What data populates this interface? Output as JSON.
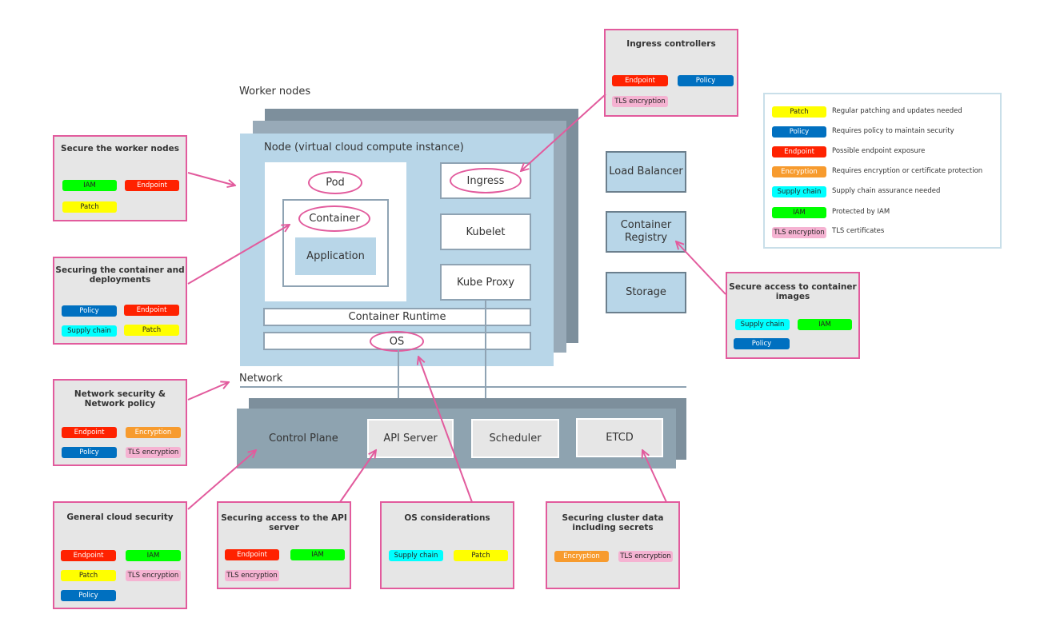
{
  "colors": {
    "Patch": "#ffff00",
    "Policy": "#0070c0",
    "Endpoint": "#ff2200",
    "Encryption": "#f79b2e",
    "Supply chain": "#00ffff",
    "IAM": "#00ff00",
    "TLS encryption": "#f5b3d2",
    "callout": "#e25b9d"
  },
  "diagram": {
    "worker_nodes_label": "Worker nodes",
    "node_title": "Node (virtual cloud compute instance)",
    "pod": "Pod",
    "container": "Container",
    "application": "Application",
    "ingress": "Ingress",
    "kubelet": "Kubelet",
    "kube_proxy": "Kube Proxy",
    "container_runtime": "Container Runtime",
    "os": "OS",
    "network": "Network",
    "control_plane": "Control Plane",
    "api_server": "API Server",
    "scheduler": "Scheduler",
    "etcd": "ETCD",
    "load_balancer": "Load Balancer",
    "container_registry": "Container Registry",
    "storage": "Storage"
  },
  "legend": [
    {
      "tag": "Patch",
      "desc": "Regular patching and updates needed"
    },
    {
      "tag": "Policy",
      "desc": "Requires policy to maintain security"
    },
    {
      "tag": "Endpoint",
      "desc": "Possible endpoint exposure"
    },
    {
      "tag": "Encryption",
      "desc": "Requires encryption or certificate protection"
    },
    {
      "tag": "Supply chain",
      "desc": "Supply chain assurance needed"
    },
    {
      "tag": "IAM",
      "desc": "Protected by IAM"
    },
    {
      "tag": "TLS encryption",
      "desc": "TLS certificates"
    }
  ],
  "cards": {
    "ingress": {
      "title": "Ingress controllers",
      "tags": [
        "Endpoint",
        "Policy",
        "TLS encryption"
      ]
    },
    "worker": {
      "title": "Secure the worker nodes",
      "tags": [
        "IAM",
        "Endpoint",
        "Patch"
      ]
    },
    "container": {
      "title": "Securing the container and deployments",
      "tags": [
        "Policy",
        "Endpoint",
        "Supply chain",
        "Patch"
      ]
    },
    "network": {
      "title": "Network security & Network policy",
      "tags": [
        "Endpoint",
        "Encryption",
        "Policy",
        "TLS encryption"
      ]
    },
    "general": {
      "title": "General cloud security",
      "tags": [
        "Endpoint",
        "IAM",
        "Patch",
        "TLS encryption",
        "Policy"
      ]
    },
    "api": {
      "title": "Securing access to the API server",
      "tags": [
        "Endpoint",
        "IAM",
        "TLS encryption"
      ]
    },
    "os": {
      "title": "OS considerations",
      "tags": [
        "Supply chain",
        "Patch"
      ]
    },
    "cluster": {
      "title": "Securing cluster data including secrets",
      "tags": [
        "Encryption",
        "TLS encryption"
      ]
    },
    "images": {
      "title": "Secure access to container images",
      "tags": [
        "Supply chain",
        "IAM",
        "Policy"
      ]
    }
  }
}
